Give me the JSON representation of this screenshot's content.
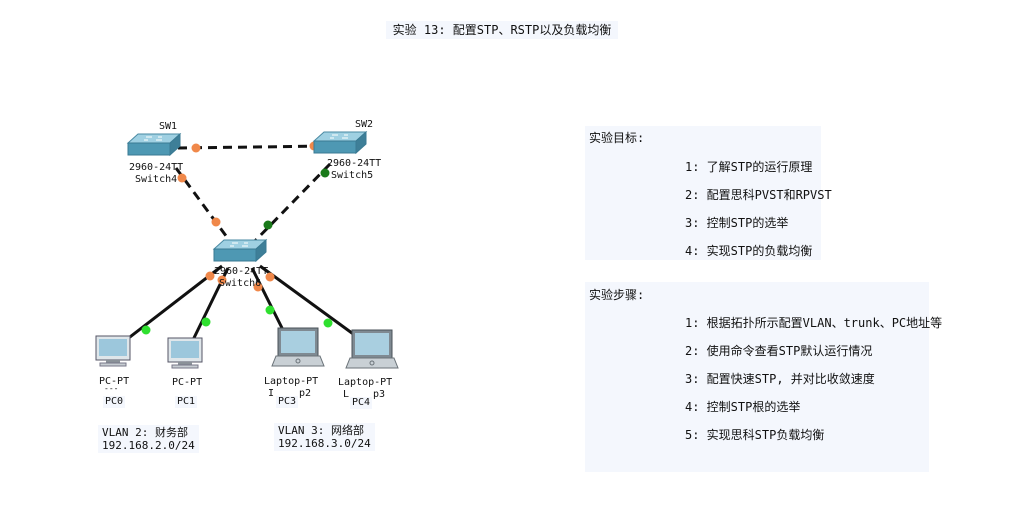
{
  "title": "实验  13:  配置STP、RSTP以及负载均衡",
  "colors": {
    "port_orange": "#f0884a",
    "port_green_light": "#2fe02f",
    "port_green_dark": "#1a7a1a",
    "switch_blue": "#5fa9c4",
    "panel_bg": "#f4f7fd"
  },
  "devices": {
    "sw1": {
      "name": "SW1",
      "model": "2960-24TT",
      "host": "Switch4"
    },
    "sw2": {
      "name": "SW2",
      "model": "2960-24TT",
      "host": "Switch5"
    },
    "sw6": {
      "model": "2960-24TT",
      "host": "Switch6"
    },
    "pc0": {
      "model": "PC-PT",
      "sub": "---",
      "host": "PC0"
    },
    "pc1": {
      "model": "PC-PT",
      "host": "PC1"
    },
    "pc3": {
      "model": "Laptop-PT",
      "sub1": "I",
      "sub2": "p2",
      "host": "PC3"
    },
    "pc4": {
      "model": "Laptop-PT",
      "sub1": "L",
      "sub2": "p3",
      "host": "PC4"
    }
  },
  "vlans": {
    "vlan2": {
      "name": "VLAN  2: 财务部",
      "subnet": "192.168.2.0/24"
    },
    "vlan3": {
      "name": "VLAN  3: 网络部",
      "subnet": "192.168.3.0/24"
    }
  },
  "goals": {
    "heading": "实验目标:",
    "items": [
      "1: 了解STP的运行原理",
      "2: 配置思科PVST和RPVST",
      "3: 控制STP的选举",
      "4: 实现STP的负载均衡"
    ]
  },
  "steps": {
    "heading": "实验步骤:",
    "items": [
      "1: 根据拓扑所示配置VLAN、trunk、PC地址等",
      "2: 使用命令查看STP默认运行情况",
      "3: 配置快速STP, 并对比收敛速度",
      "4: 控制STP根的选举",
      "5: 实现思科STP负载均衡"
    ]
  }
}
